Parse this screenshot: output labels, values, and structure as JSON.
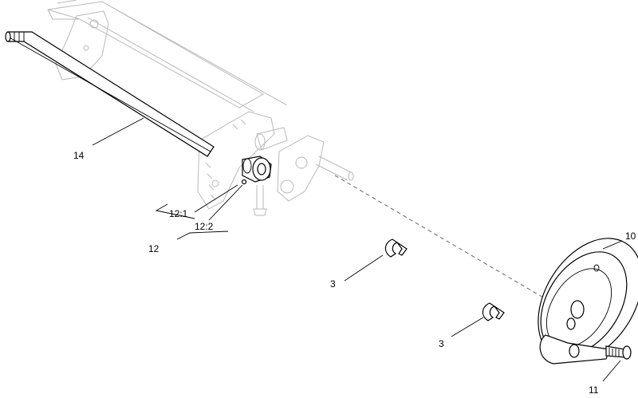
{
  "callouts": {
    "shaft": "14",
    "kit_part_1": "12:1",
    "kit_part_2": "12:2",
    "kit": "12",
    "clip_upper": "3",
    "clip_lower": "3",
    "pulley": "10",
    "bolt": "11"
  },
  "colors": {
    "line": "#000000",
    "ghost": "#b9b9b9",
    "background": "#ffffff"
  }
}
